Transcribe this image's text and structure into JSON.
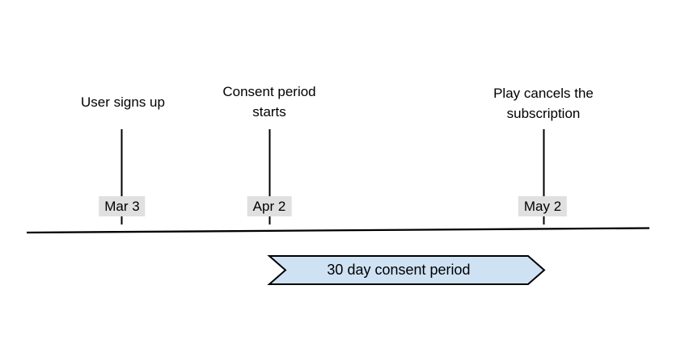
{
  "diagram_title": "subscription consent period timeline",
  "events": [
    {
      "label": "User signs up",
      "date": "Mar 3"
    },
    {
      "label": "Consent period starts",
      "date": "Apr 2"
    },
    {
      "label": "Play cancels the subscription",
      "date": "May 2"
    }
  ],
  "banner": {
    "label": "30 day consent period",
    "fill": "#cfe2f3",
    "border": "#000000"
  },
  "colors": {
    "date_chip_bg": "#e0e0e0",
    "line": "#000000",
    "text": "#000000",
    "background": "#ffffff"
  }
}
